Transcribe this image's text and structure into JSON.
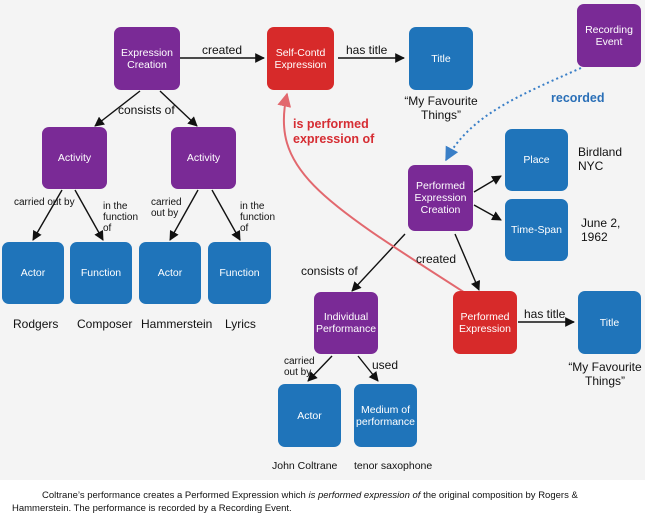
{
  "nodes": {
    "expression_creation": "Expression Creation",
    "self_contained_expression": "Self-Contd Expression",
    "title_top": "Title",
    "recording_event": "Recording Event",
    "activity_1": "Activity",
    "activity_2": "Activity",
    "performed_expression_creation": "Performed Expression Creation",
    "place": "Place",
    "time_span": "Time-Span",
    "actor_1": "Actor",
    "function_1": "Function",
    "actor_2": "Actor",
    "function_2": "Function",
    "individual_performance": "Individual Performance",
    "performed_expression": "Performed Expression",
    "title_bottom": "Title",
    "actor_3": "Actor",
    "medium_of_performance": "Medium of performance"
  },
  "edges": {
    "created_top": "created",
    "has_title_top": "has title",
    "consists_of_top": "consists of",
    "carried_out_by_1": "carried out by",
    "in_function_of_1": "in the function of",
    "carried_out_by_2": "carried out by",
    "in_function_of_2": "in the function of",
    "is_performed_expression_of": "is performed expression of",
    "recorded": "recorded",
    "created_bottom": "created",
    "consists_of_bottom": "consists of",
    "has_title_bottom": "has title",
    "carried_out_by_3": "carried out by",
    "used": "used"
  },
  "values": {
    "title_top": "“My Favourite Things”",
    "place": "Birdland NYC",
    "time_span": "June 2, 1962",
    "actor_1": "Rodgers",
    "function_1": "Composer",
    "actor_2": "Hammerstein",
    "function_2": "Lyrics",
    "title_bottom": "“My Favourite Things”",
    "actor_3": "John Coltrane",
    "medium": "tenor saxophone"
  },
  "caption": {
    "part1": "Coltrane’s performance creates a Performed Expression which ",
    "emphasis": "is performed expression of",
    "part2": " the original composition by Rogers & Hammerstein. The performance is recorded by a Recording Event."
  },
  "colors": {
    "purple": "#7a2a96",
    "red": "#d72a2a",
    "blue": "#1f74ba",
    "red_arrow": "#e2686e",
    "blue_arrow": "#3a7fc7"
  }
}
